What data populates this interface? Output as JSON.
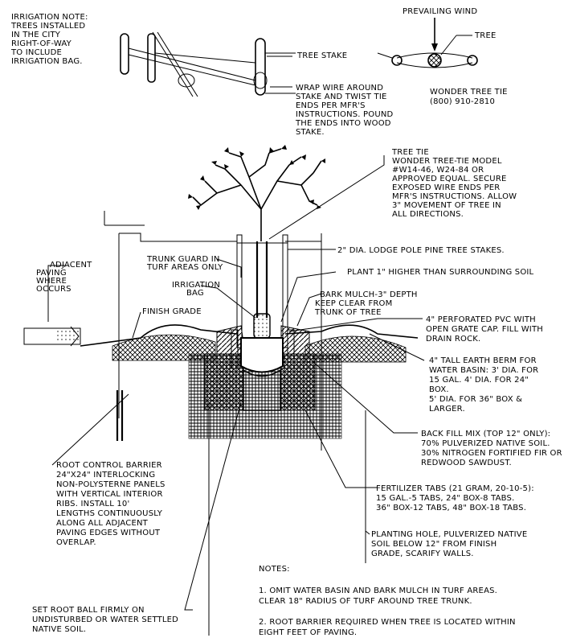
{
  "notes_top": {
    "irrigation_note": [
      "IRRIGATION NOTE:",
      "TREES INSTALLED",
      "IN THE CITY",
      "RIGHT-OF-WAY",
      "TO INCLUDE",
      "IRRIGATION BAG."
    ]
  },
  "plan": {
    "prevailing_wind": "PREVAILING WIND",
    "tree": "TREE",
    "tree_stake": "TREE STAKE",
    "wonder_tree_tie": [
      "WONDER TREE TIE",
      "(800) 910-2810"
    ],
    "wrap_wire": [
      "WRAP WIRE AROUND",
      "STAKE AND TWIST TIE",
      "ENDS PER MFR'S",
      "INSTRUCTIONS. POUND",
      "THE ENDS INTO WOOD",
      "STAKE."
    ]
  },
  "callouts": {
    "tree_tie": [
      "TREE TIE",
      "WONDER TREE-TIE MODEL",
      "#W14-46, W24-84 OR",
      "APPROVED EQUAL. SECURE",
      "EXPOSED WIRE ENDS PER",
      "MFR'S INSTRUCTIONS. ALLOW",
      "3\" MOVEMENT OF TREE IN",
      "ALL DIRECTIONS."
    ],
    "stakes": "2\" DIA. LODGE POLE PINE TREE STAKES.",
    "trunk_guard": [
      "TRUNK GUARD IN",
      "TURF AREAS ONLY"
    ],
    "irrigation_bag": [
      "IRRIGATION",
      "BAG"
    ],
    "adjacent_paving": [
      "ADJACENT",
      "PAVING",
      "WHERE",
      "OCCURS"
    ],
    "plant_higher": "PLANT 1\" HIGHER THAN SURROUNDING SOIL",
    "bark_mulch": [
      "BARK MULCH-3\" DEPTH",
      "KEEP CLEAR FROM",
      "TRUNK OF TREE"
    ],
    "finish_grade": "FINISH GRADE",
    "pvc": [
      "4\" PERFORATED PVC WITH",
      "OPEN GRATE CAP. FILL WITH",
      "DRAIN ROCK."
    ],
    "berm": [
      "4\" TALL EARTH BERM FOR",
      "WATER BASIN: 3' DIA. FOR",
      "15 GAL. 4' DIA. FOR 24\"",
      "BOX.",
      "5' DIA. FOR 36\" BOX &",
      "LARGER."
    ],
    "backfill": [
      "BACK FILL MIX (TOP 12\" ONLY):",
      "70% PULVERIZED NATIVE SOIL.",
      "30% NITROGEN FORTIFIED FIR OR",
      "REDWOOD SAWDUST."
    ],
    "root_barrier": [
      "ROOT CONTROL BARRIER",
      "24\"X24\" INTERLOCKING",
      "NON-POLYSTERNE PANELS",
      "WITH VERTICAL INTERIOR",
      "RIBS. INSTALL 10'",
      "LENGTHS CONTINUOUSLY",
      "ALONG ALL ADJACENT",
      "PAVING EDGES WITHOUT",
      "OVERLAP."
    ],
    "fertilizer": [
      "FERTILIZER TABS (21 GRAM, 20-10-5):",
      "15 GAL.-5 TABS, 24\" BOX-8 TABS.",
      "36\" BOX-12 TABS, 48\" BOX-18 TABS."
    ],
    "planting_hole": [
      "PLANTING HOLE, PULVERIZED NATIVE",
      "SOIL BELOW 12\" FROM FINISH",
      "GRADE, SCARIFY WALLS."
    ],
    "root_ball": [
      "SET ROOT BALL FIRMLY ON",
      "UNDISTURBED OR WATER SETTLED",
      "NATIVE SOIL."
    ]
  },
  "notes": {
    "heading": "NOTES:",
    "items": [
      [
        "1. OMIT WATER BASIN AND BARK MULCH IN TURF AREAS.",
        "CLEAR 18\" RADIUS OF TURF AROUND TREE TRUNK."
      ],
      [
        "2. ROOT BARRIER REQUIRED WHEN TREE IS LOCATED WITHIN",
        "EIGHT FEET OF PAVING."
      ]
    ]
  }
}
